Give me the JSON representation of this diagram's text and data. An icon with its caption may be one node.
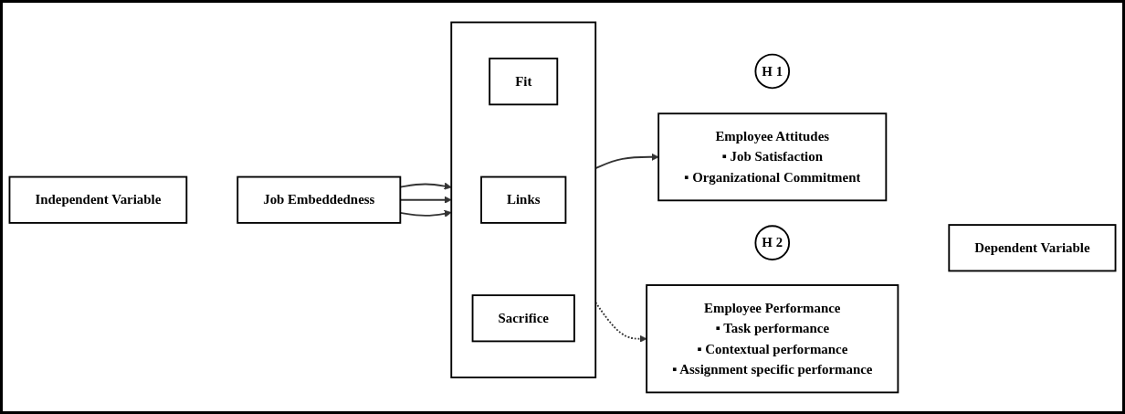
{
  "diagram": {
    "nodes": [
      {
        "text": [
          "Independent Variable"
        ]
      },
      {
        "text": [
          "Job Embeddedness"
        ]
      },
      {
        "text": [],
        "shape": "box"
      },
      {
        "text": [
          "Fit"
        ],
        "in": 2
      },
      {
        "text": [
          "Links"
        ],
        "in": 2
      },
      {
        "text": [
          "Sacrifice"
        ],
        "in": 2
      },
      {
        "text": [
          "H 1"
        ]
      },
      {
        "text": [
          "Employee Attitudes",
          "▪ Job Satisfaction",
          "▪ Organizational Commitment"
        ]
      },
      {
        "text": [
          "H 2"
        ]
      },
      {
        "text": [
          "Employee Performance",
          "▪ Task performance",
          "▪ Contextual performance",
          "▪ Assignment specific performance"
        ]
      },
      {
        "text": [
          "Dependent Variable"
        ]
      }
    ],
    "edges": [
      {
        "from": 1,
        "to": 2,
        "arrow": "to"
      },
      {
        "from": 1,
        "to": 2,
        "arrow": "to"
      },
      {
        "from": 1,
        "to": 2,
        "arrow": "to"
      },
      {
        "from": 2,
        "to": 7,
        "arrow": "to"
      },
      {
        "from": 2,
        "to": 9,
        "arrow": "to",
        "style": "dashed"
      }
    ]
  }
}
